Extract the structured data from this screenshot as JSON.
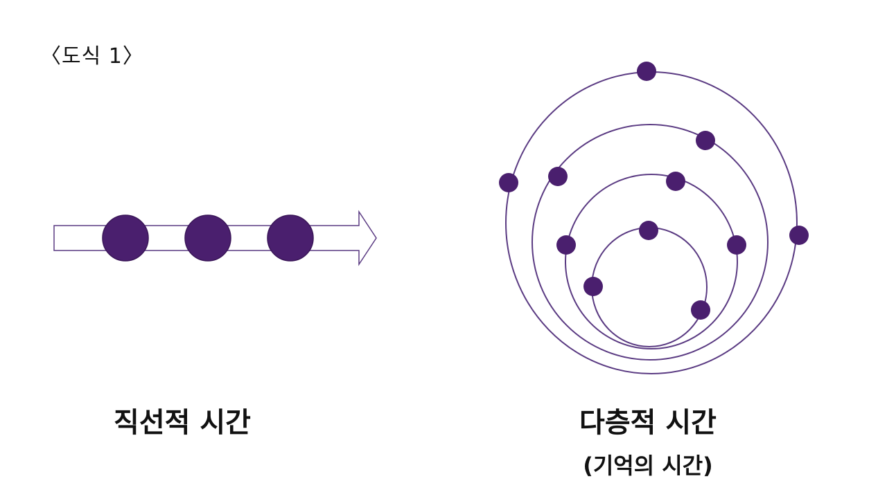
{
  "figure_label": "〈도식 1〉",
  "linear": {
    "caption": "직선적 시간",
    "dots": 3
  },
  "layered": {
    "caption": "다층적 시간",
    "subcaption": "(기억의 시간)",
    "rings": 4
  },
  "colors": {
    "dot_fill": "#4a1f6e",
    "ring_stroke": "#5a3a82",
    "arrow_stroke": "#5a3a82",
    "text": "#111111"
  }
}
